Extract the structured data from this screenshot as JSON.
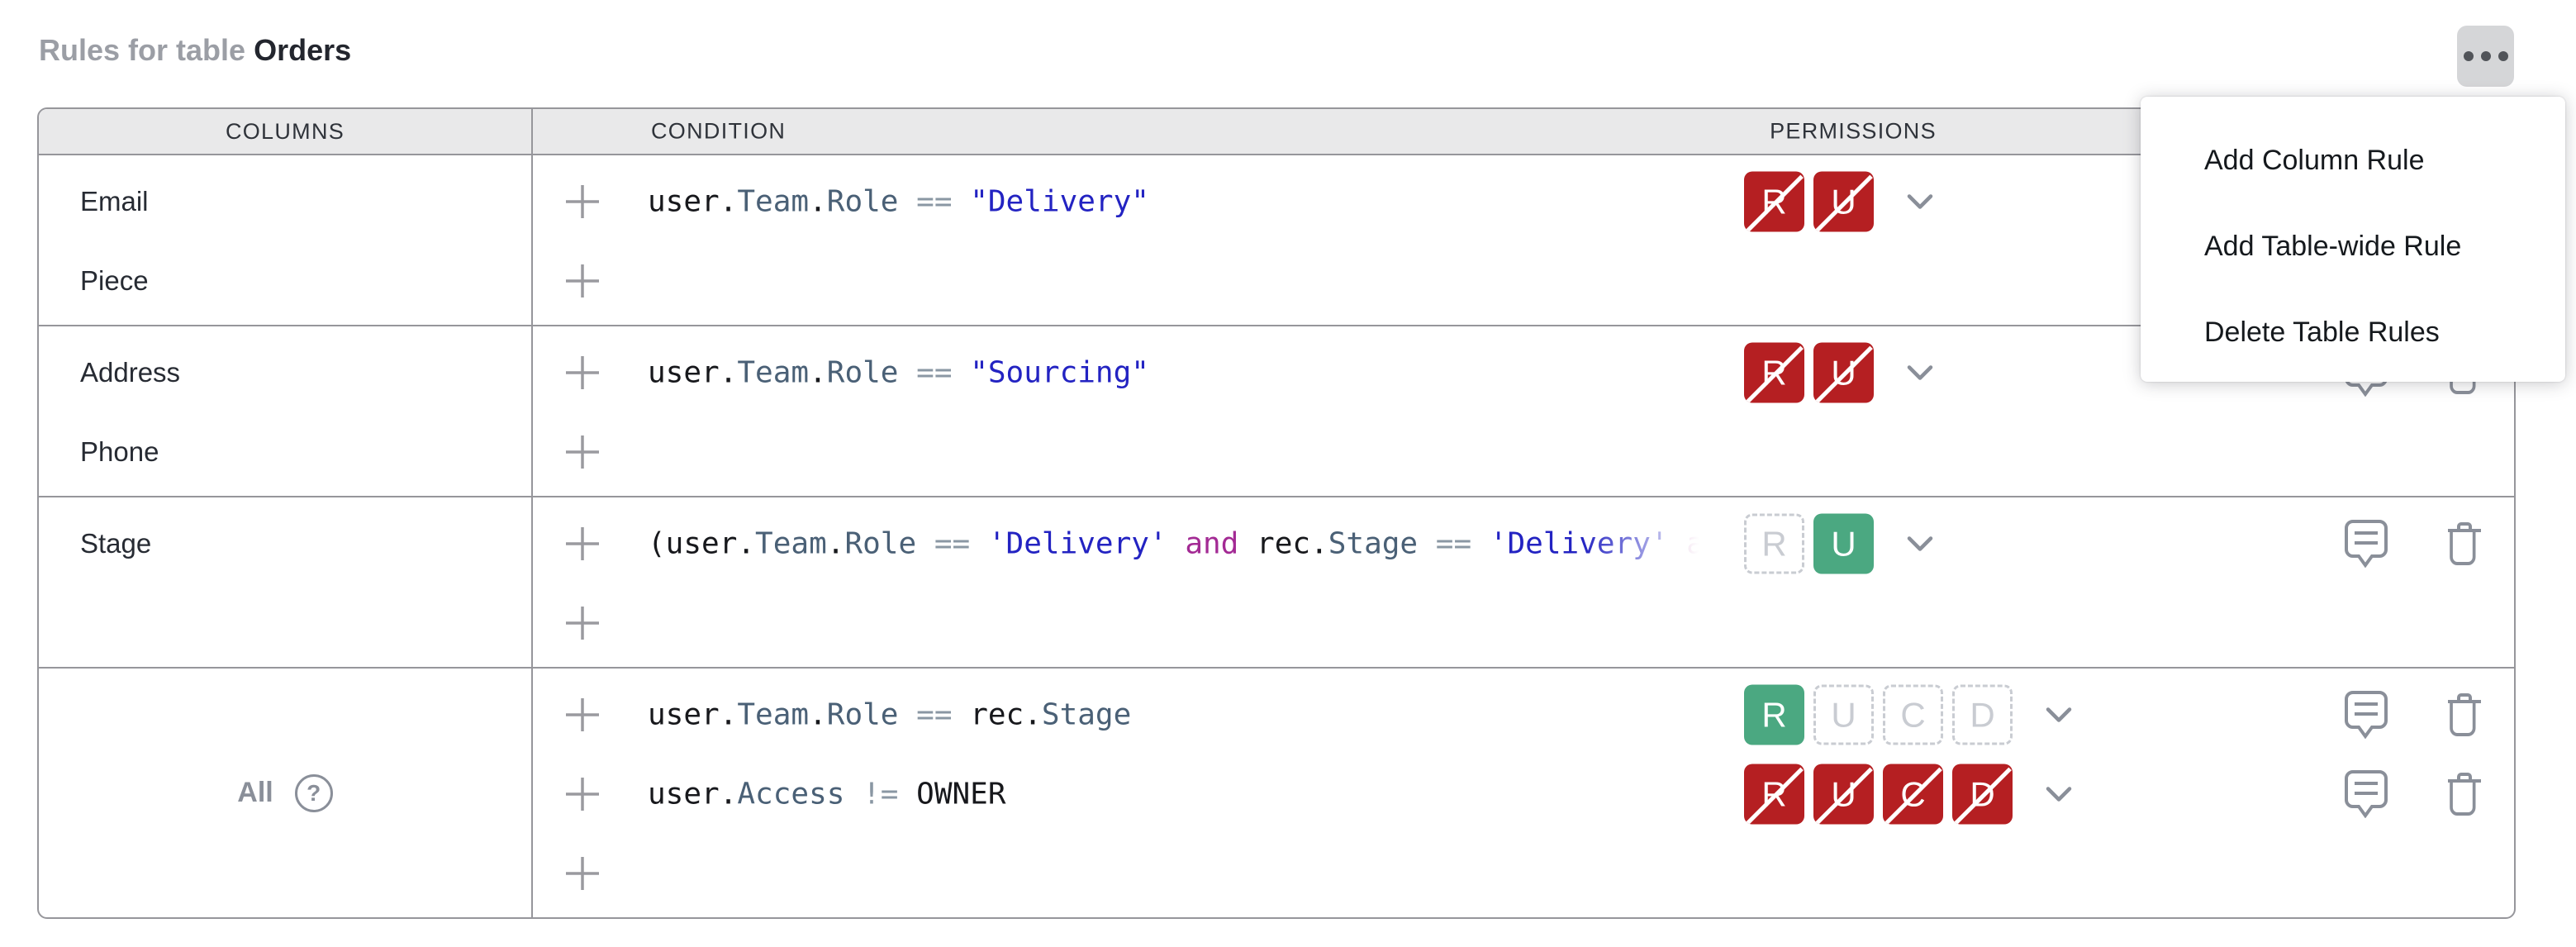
{
  "title": {
    "prefix": "Rules for table ",
    "table_name": "Orders"
  },
  "context_menu": {
    "items": [
      "Add Column Rule",
      "Add Table-wide Rule",
      "Delete Table Rules"
    ]
  },
  "table": {
    "headers": {
      "columns": "COLUMNS",
      "condition": "CONDITION",
      "permissions": "PERMISSIONS"
    },
    "rows": [
      {
        "columns": [
          "Email",
          "Piece"
        ],
        "rules": [
          {
            "segments": [
              [
                "plain",
                "user."
              ],
              [
                "prop",
                "Team"
              ],
              [
                "plain",
                "."
              ],
              [
                "prop",
                "Role"
              ],
              [
                "plain",
                " "
              ],
              [
                "op",
                "=="
              ],
              [
                "plain",
                " "
              ],
              [
                "str",
                "\"Delivery\""
              ]
            ],
            "permissions": [
              [
                "R",
                "denied"
              ],
              [
                "U",
                "denied"
              ]
            ],
            "actions": true
          },
          {
            "segments": [],
            "permissions": [],
            "actions": false
          }
        ]
      },
      {
        "columns": [
          "Address",
          "Phone"
        ],
        "rules": [
          {
            "segments": [
              [
                "plain",
                "user."
              ],
              [
                "prop",
                "Team"
              ],
              [
                "plain",
                "."
              ],
              [
                "prop",
                "Role"
              ],
              [
                "plain",
                " "
              ],
              [
                "op",
                "=="
              ],
              [
                "plain",
                " "
              ],
              [
                "str",
                "\"Sourcing\""
              ]
            ],
            "permissions": [
              [
                "R",
                "denied"
              ],
              [
                "U",
                "denied"
              ]
            ],
            "actions": true
          },
          {
            "segments": [],
            "permissions": [],
            "actions": false
          }
        ]
      },
      {
        "columns": [
          "Stage"
        ],
        "rules": [
          {
            "segments": [
              [
                "plain",
                "(user."
              ],
              [
                "prop",
                "Team"
              ],
              [
                "plain",
                "."
              ],
              [
                "prop",
                "Role"
              ],
              [
                "plain",
                " "
              ],
              [
                "op",
                "=="
              ],
              [
                "plain",
                " "
              ],
              [
                "str",
                "'Delivery'"
              ],
              [
                "plain",
                " "
              ],
              [
                "kw",
                "and"
              ],
              [
                "plain",
                " rec."
              ],
              [
                "prop",
                "Stage"
              ],
              [
                "plain",
                " "
              ],
              [
                "op",
                "=="
              ],
              [
                "plain",
                " "
              ],
              [
                "str",
                "'Delivery'"
              ],
              [
                "plain",
                " "
              ],
              [
                "kw",
                "an"
              ]
            ],
            "truncated": true,
            "permissions": [
              [
                "R",
                "unset"
              ],
              [
                "U",
                "allowed"
              ]
            ],
            "actions": true
          },
          {
            "segments": [],
            "permissions": [],
            "actions": false
          }
        ]
      },
      {
        "columns_special": {
          "label": "All",
          "help": "?"
        },
        "rules": [
          {
            "segments": [
              [
                "plain",
                "user."
              ],
              [
                "prop",
                "Team"
              ],
              [
                "plain",
                "."
              ],
              [
                "prop",
                "Role"
              ],
              [
                "plain",
                " "
              ],
              [
                "op",
                "=="
              ],
              [
                "plain",
                " rec."
              ],
              [
                "prop",
                "Stage"
              ]
            ],
            "permissions": [
              [
                "R",
                "allowed"
              ],
              [
                "U",
                "unset"
              ],
              [
                "C",
                "unset"
              ],
              [
                "D",
                "unset"
              ]
            ],
            "actions": true
          },
          {
            "segments": [
              [
                "plain",
                "user."
              ],
              [
                "prop",
                "Access"
              ],
              [
                "plain",
                " "
              ],
              [
                "op",
                "!="
              ],
              [
                "plain",
                " OWNER"
              ]
            ],
            "permissions": [
              [
                "R",
                "denied"
              ],
              [
                "U",
                "denied"
              ],
              [
                "C",
                "denied"
              ],
              [
                "D",
                "denied"
              ]
            ],
            "actions": true
          },
          {
            "segments": [],
            "permissions": [],
            "actions": false
          }
        ]
      }
    ]
  },
  "colors": {
    "allowed": "#4ba881",
    "denied": "#b51f22",
    "unset": "#c9ccd2",
    "code_string": "#2323c2",
    "code_keyword": "#a32a94",
    "code_property": "#4a6076",
    "code_operator": "#8a97a3",
    "icon_gray": "#8a8f99",
    "table_line": "#96969b"
  }
}
